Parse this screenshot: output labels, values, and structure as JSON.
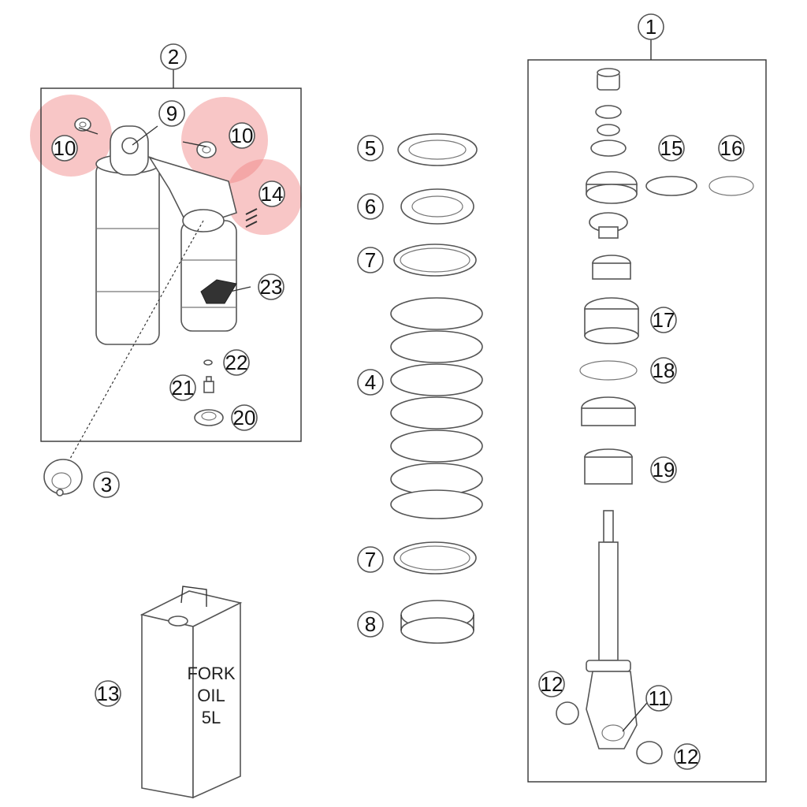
{
  "callouts": {
    "c1": "1",
    "c2": "2",
    "c3": "3",
    "c4": "4",
    "c5": "5",
    "c6": "6",
    "c7a": "7",
    "c7b": "7",
    "c8": "8",
    "c9": "9",
    "c10a": "10",
    "c10b": "10",
    "c11": "11",
    "c12a": "12",
    "c12b": "12",
    "c13": "13",
    "c14": "14",
    "c15": "15",
    "c16": "16",
    "c17": "17",
    "c18": "18",
    "c19": "19",
    "c20": "20",
    "c21": "21",
    "c22": "22",
    "c23": "23"
  },
  "oil_can": {
    "line1": "FORK",
    "line2": "OIL",
    "line3": "5L"
  },
  "highlight_color": "#f08080"
}
